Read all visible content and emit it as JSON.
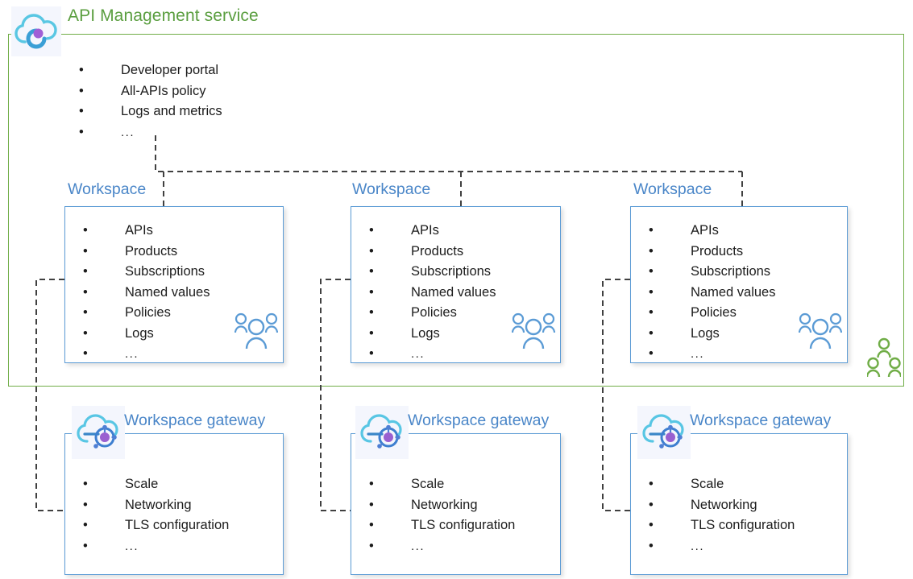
{
  "diagram": {
    "title": "API Management service",
    "accent_green": "#70ad47",
    "accent_blue": "#5b9bd5",
    "title_green": "#5a9e3f",
    "title_blue": "#4a86c8",
    "connector_color": "#404040"
  },
  "service": {
    "label": "API Management service",
    "icon": "api-management-cloud-icon",
    "features": [
      "Developer portal",
      "All-APIs policy",
      "Logs and metrics",
      "..."
    ],
    "team_icon": "green-team-icon"
  },
  "workspaces": [
    {
      "label": "Workspace",
      "features": [
        "APIs",
        "Products",
        "Subscriptions",
        "Named values",
        "Policies",
        "Logs",
        "..."
      ],
      "team_icon": "blue-team-icon"
    },
    {
      "label": "Workspace",
      "features": [
        "APIs",
        "Products",
        "Subscriptions",
        "Named values",
        "Policies",
        "Logs",
        "..."
      ],
      "team_icon": "blue-team-icon"
    },
    {
      "label": "Workspace",
      "features": [
        "APIs",
        "Products",
        "Subscriptions",
        "Named values",
        "Policies",
        "Logs",
        "..."
      ],
      "team_icon": "blue-team-icon"
    }
  ],
  "gateways": [
    {
      "label": "Workspace gateway",
      "icon": "workspace-gateway-cloud-icon",
      "features": [
        "Scale",
        "Networking",
        "TLS configuration",
        "..."
      ]
    },
    {
      "label": "Workspace gateway",
      "icon": "workspace-gateway-cloud-icon",
      "features": [
        "Scale",
        "Networking",
        "TLS configuration",
        "..."
      ]
    },
    {
      "label": "Workspace gateway",
      "icon": "workspace-gateway-cloud-icon",
      "features": [
        "Scale",
        "Networking",
        "TLS configuration",
        "..."
      ]
    }
  ]
}
